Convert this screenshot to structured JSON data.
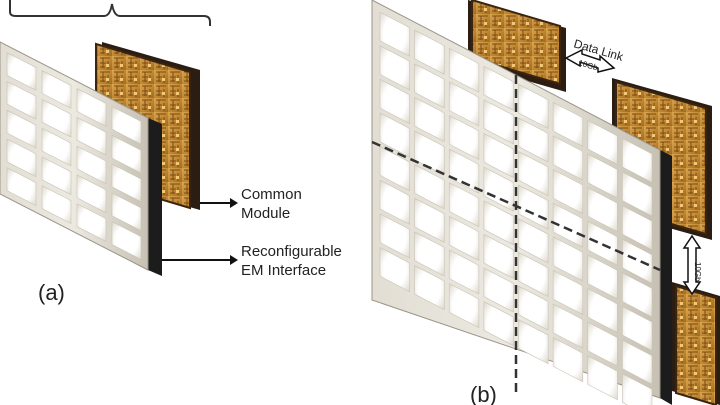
{
  "labels": {
    "common_module": [
      "Common",
      "Module"
    ],
    "reconfigurable": [
      "Reconfigurable",
      "EM Interface"
    ],
    "panel_a": "(a)",
    "panel_b": "(b)",
    "data_link": "Data Link",
    "link_rate_1": "10Gb",
    "link_rate_2": "10Gb"
  },
  "colors": {
    "frame": "#d6d2c8",
    "cell": "#ffffff",
    "frame_side": "#b8b2a4",
    "edge_dark": "#1c1c1c",
    "chip": "#c9953e",
    "chip_dark": "#7a4a14",
    "chip_frame": "#2b1d12"
  }
}
